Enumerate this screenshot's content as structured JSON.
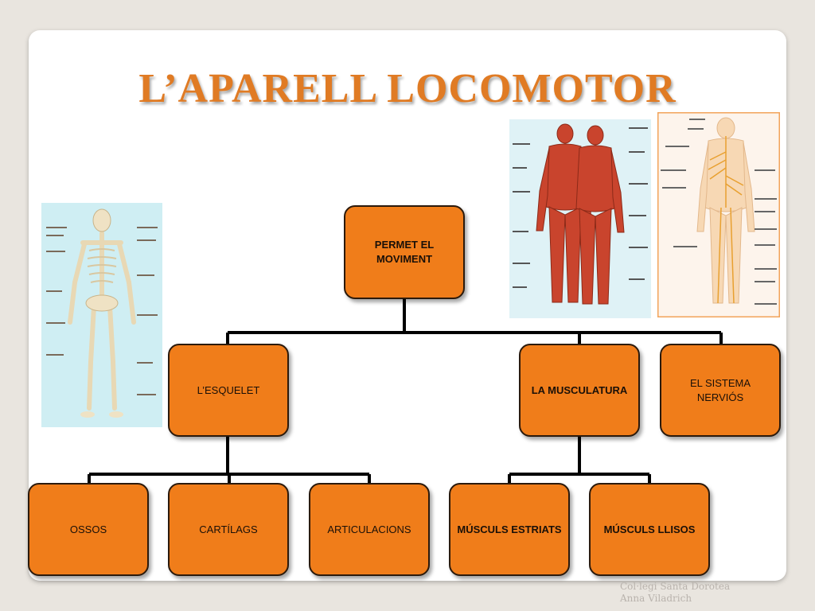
{
  "title": "L’APARELL LOCOMOTOR",
  "nodes": {
    "root": "PERMET EL MOVIMENT",
    "esquelet": "L’ESQUELET",
    "musculatura": "LA MUSCULATURA",
    "sistema_nervios": "EL SISTEMA NERVIÓS",
    "ossos": "OSSOS",
    "cartilags": "CARTÍLAGS",
    "articulacions": "ARTICULACIONS",
    "muscles_estriats": "MÚSCULS ESTRIATS",
    "muscles_llisos": "MÚSCULS LLISOS"
  },
  "footer": {
    "line1": "Col·legi Santa Dorotea",
    "line2": "Anna Viladrich"
  },
  "colors": {
    "title": "#e07b24",
    "node_fill": "#f07d1a",
    "connector": "#000000"
  },
  "images": {
    "skeleton": "skeleton-anatomy-illustration",
    "muscles": "muscular-system-illustration",
    "nerves": "nervous-system-illustration"
  }
}
